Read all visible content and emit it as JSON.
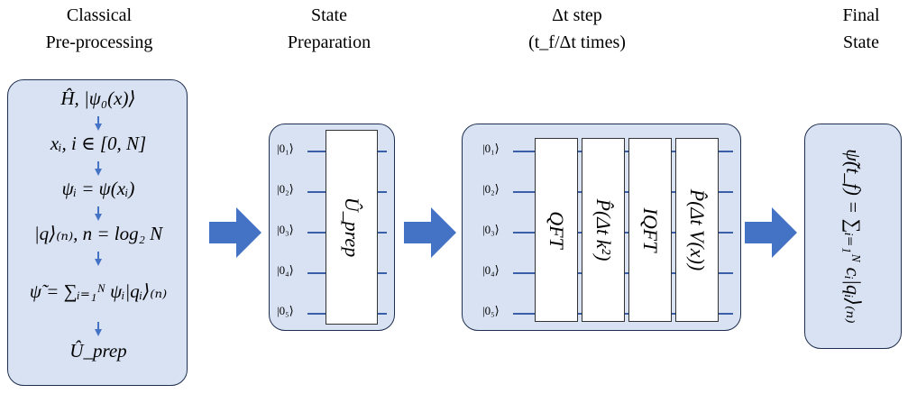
{
  "titles": {
    "classical": [
      "Classical",
      "Pre-processing"
    ],
    "state_prep": [
      "State",
      "Preparation"
    ],
    "dt_step": [
      "Δt step",
      "(t_f/Δt times)"
    ],
    "final": [
      "Final",
      "State"
    ]
  },
  "preprocessing_steps": [
    "Ĥ, |ψ₀(x)⟩",
    "xᵢ, i ∈ [0, N]",
    "ψᵢ = ψ(xᵢ)",
    "|q⟩₍ₙ₎, n = log₂ N",
    "ψ̃ = ∑ᵢ₌₁ᴺ ψᵢ|qᵢ⟩₍ₙ₎",
    "Û_prep"
  ],
  "state_prep_circuit": {
    "qubits": [
      "|0₁⟩",
      "|0₂⟩",
      "|0₃⟩",
      "|0₄⟩",
      "|0₅⟩"
    ],
    "gate": "Û_prep"
  },
  "dt_step_circuit": {
    "qubits": [
      "|0₁⟩",
      "|0₂⟩",
      "|0₃⟩",
      "|0₄⟩",
      "|0₅⟩"
    ],
    "gates": [
      "QFT",
      "P̂(Δt k²)",
      "IQFT",
      "P̂(Δt V(x))"
    ]
  },
  "final_state": "ψ̃(t_f) = ∑ᵢ₌₁ᴺ cᵢ|qᵢ⟩₍ₙ₎",
  "colors": {
    "panel_fill": "#d9e2f3",
    "arrow": "#4472c4",
    "wire": "#3b5fa8"
  }
}
